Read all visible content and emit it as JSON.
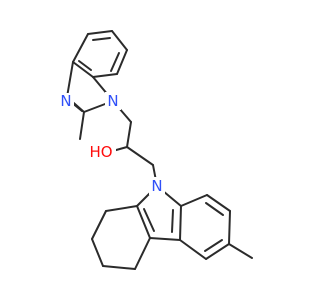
{
  "figure": {
    "background_color": "#ffffff",
    "bond_color": "#2b2b2b",
    "atoms": {
      "N_imidazole_ring": {
        "text": "N",
        "color": "#3050F8"
      },
      "N_benzimidazole_1": {
        "text": "N",
        "color": "#3050F8"
      },
      "OH": {
        "text": "HO",
        "color": "#FF0D0D"
      },
      "N_carbazole_9": {
        "text": "N",
        "color": "#3050F8"
      }
    }
  }
}
